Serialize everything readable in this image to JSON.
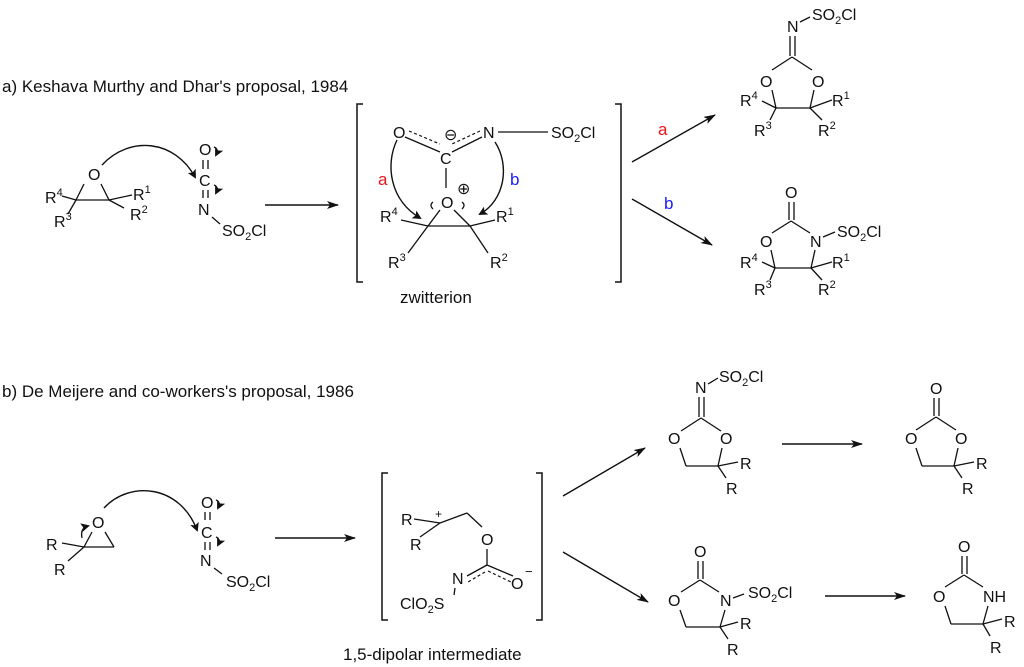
{
  "section_a": {
    "title": "a) Keshava Murthy and Dhar's proposal, 1984",
    "intermediate_caption": "zwitterion",
    "path_a_label": "a",
    "path_b_label": "b",
    "path_a_color": "#e8141b",
    "path_b_color": "#1a1aff"
  },
  "section_b": {
    "title": "b) De Meijere and co-workers's proposal, 1986",
    "intermediate_caption": "1,5-dipolar intermediate"
  },
  "atoms": {
    "O": "O",
    "C": "C",
    "N": "N",
    "NH": "NH",
    "R": "R",
    "S": "S",
    "Cl": "Cl",
    "SO": "SO",
    "ClO": "ClO",
    "two": "2",
    "one": "1",
    "three": "3",
    "four": "4",
    "minus_circle": "⊖",
    "plus_circle": "⊕",
    "plus": "+",
    "minus": "−"
  }
}
